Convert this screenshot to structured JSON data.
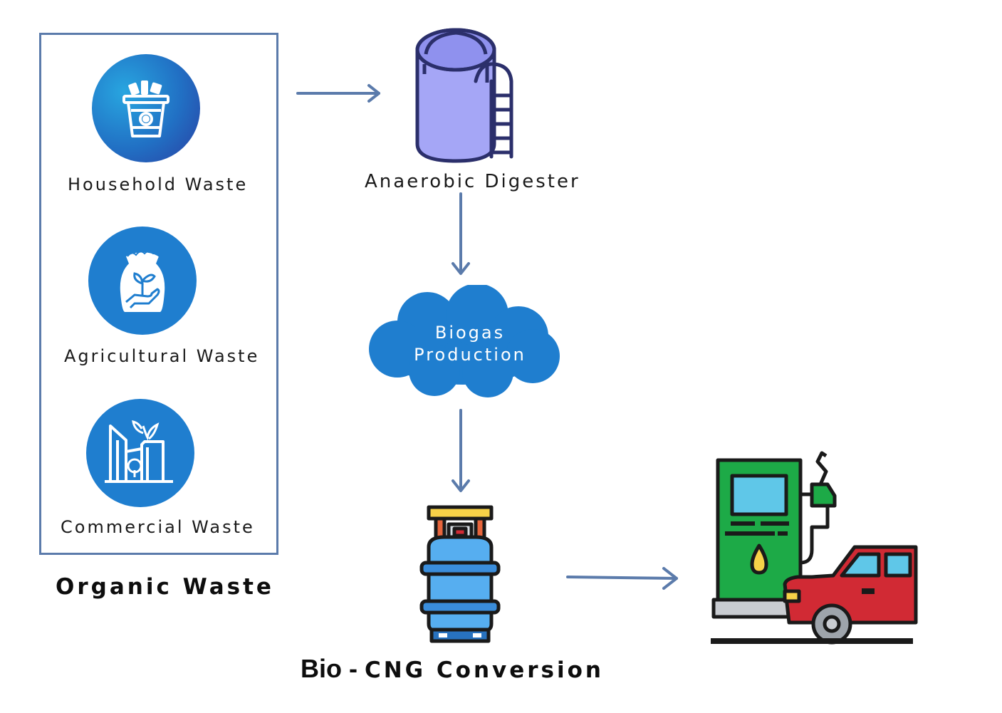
{
  "sources": {
    "household": "Household Waste",
    "agricultural": "Agricultural Waste",
    "commercial": "Commercial Waste",
    "group_title": "Organic Waste"
  },
  "digester": {
    "label": "Anaerobic Digester"
  },
  "biogas": {
    "line1": "Biogas",
    "line2": "Production"
  },
  "conversion": {
    "prefix": "Bio - ",
    "rest": "CNG Conversion"
  },
  "colors": {
    "arrow": "#5b7bab",
    "box_border": "#5b7bab",
    "cloud": "#1f7ecf",
    "icon_circle": "#1f7ecf",
    "tank": "#a5a6f6",
    "tank_outline": "#2b2f6b",
    "cylinder": "#56aef0",
    "pump": "#1daa47",
    "car": "#d12a34"
  },
  "icons": [
    "trash-bin-icon",
    "seed-bag-icon",
    "green-factory-icon",
    "digester-tank-icon",
    "gas-cylinder-icon",
    "fuel-pump-icon",
    "car-icon"
  ]
}
